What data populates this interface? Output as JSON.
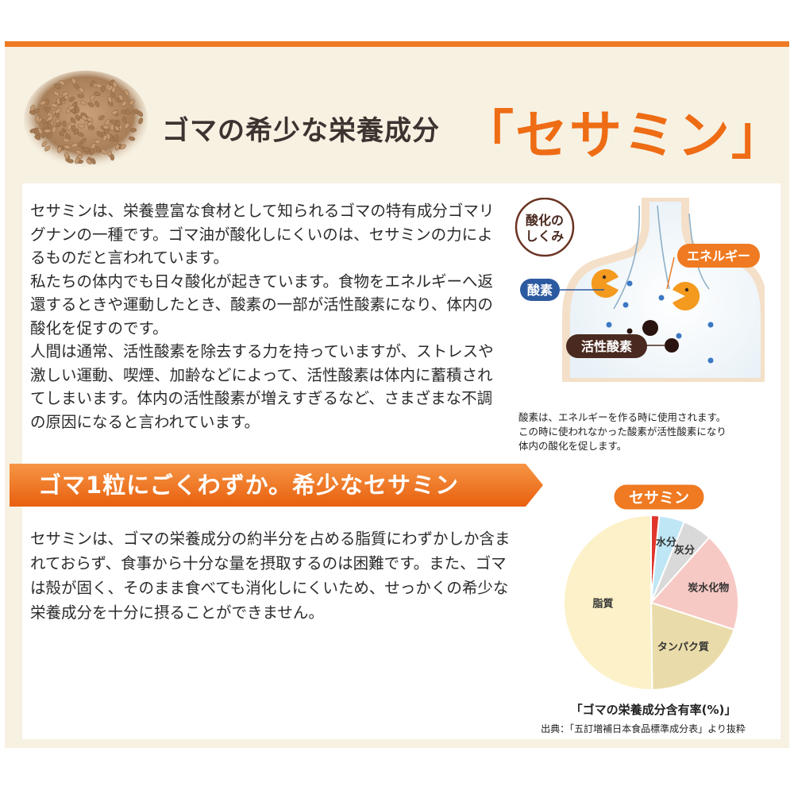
{
  "header": {
    "title_main": "ゴマの希少な栄養成分",
    "title_brand": "「セサミン」",
    "sesame_image": "sesame-seeds-pile"
  },
  "intro": {
    "paragraphs": [
      "セサミンは、栄養豊富な食材として知られるゴマの特有成分ゴマリグナンの一種です。ゴマ油が酸化しにくいのは、セサミンの力によるものだと言われています。",
      "私たちの体内でも日々酸化が起きています。食物をエネルギーへ返還するときや運動したとき、酸素の一部が活性酸素になり、体内の酸化を促すのです。",
      "人間は通常、活性酸素を除去する力を持っていますが、ストレスや激しい運動、喫煙、加齢などによって、活性酸素は体内に蓄積されてしまいます。体内の活性酸素が増えすぎるなど、さまざまな不調の原因になると言われています。"
    ]
  },
  "oxidation_diagram": {
    "bubble_line1": "酸化の",
    "bubble_line2": "しくみ",
    "energy_label": "エネルギー",
    "oxygen_label": "酸素",
    "active_oxygen_label": "活性酸素",
    "caption_lines": [
      "酸素は、エネルギーを作る時に使用されます。",
      "この時に使われなかった酸素が活性酸素になり",
      "体内の酸化を促します。"
    ]
  },
  "section2": {
    "ribbon_text": "ゴマ1粒にごくわずか。希少なセサミン",
    "body": "セサミンは、ゴマの栄養成分の約半分を占める脂質にわずかしか含まれておらず、食事から十分な量を摂取するのは困難です。また、ゴマは殻が固く、そのまま食べても消化しにくいため、せっかくの希少な栄養成分を十分に摂ることができません。"
  },
  "chart_data": {
    "type": "pie",
    "title": "「ゴマの栄養成分含有率(%)」",
    "source": "出典：「五訂増補日本食品標準成分表」より抜粋",
    "highlight_label": "セサミン",
    "slices": [
      {
        "label": "セサミン",
        "value": 1.5,
        "color": "#e0352b"
      },
      {
        "label": "水分",
        "value": 4.7,
        "color": "#bfe6f5"
      },
      {
        "label": "灰分",
        "value": 5.4,
        "color": "#d9d9d9"
      },
      {
        "label": "炭水化物",
        "value": 18.4,
        "color": "#f7c9c4"
      },
      {
        "label": "タンパク質",
        "value": 19.8,
        "color": "#eadcaa"
      },
      {
        "label": "脂質",
        "value": 50.2,
        "color": "#fcf1c8"
      }
    ]
  },
  "colors": {
    "accent": "#ef7a22",
    "brand_text": "#ee6c14",
    "dark_label": "#4a2a20",
    "oxygen_label_bg": "#2c5aa0"
  }
}
